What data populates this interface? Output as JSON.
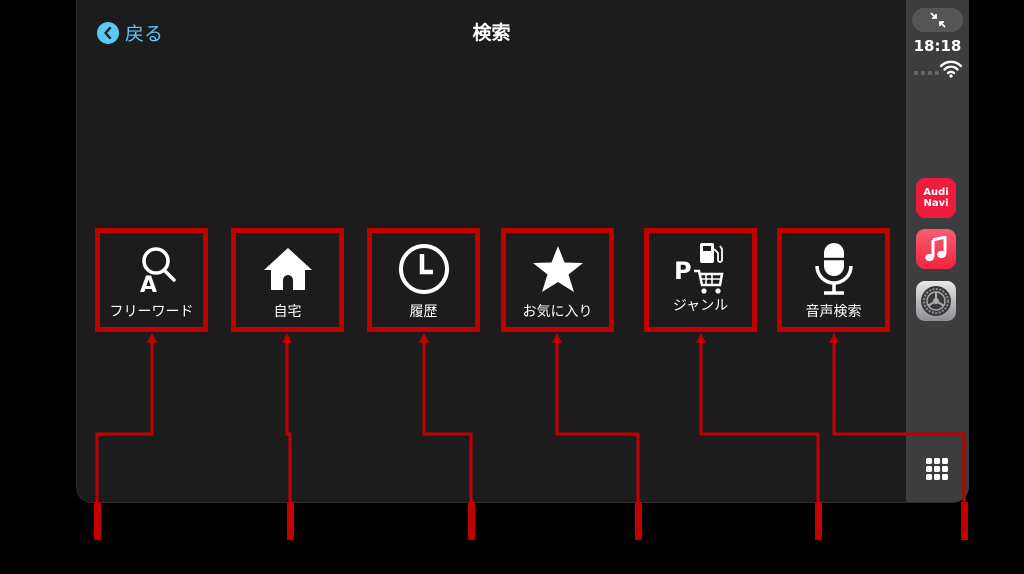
{
  "header": {
    "back_label": "戻る",
    "title": "検索"
  },
  "status": {
    "time": "18:18",
    "wifi_icon": "wifi-icon",
    "collapse_icon": "collapse-arrows-icon"
  },
  "dock": {
    "apps": [
      {
        "name": "Audi Navi",
        "line1": "Audi",
        "line2": "Navi",
        "color": "#ee1b3c"
      },
      {
        "name": "Music",
        "icon": "music-note-icon",
        "color": "#f3243f"
      },
      {
        "name": "Settings",
        "icon": "gear-icon",
        "color": "#8e8e93"
      }
    ],
    "app_library_icon": "grid-icon"
  },
  "search_options": [
    {
      "label": "フリーワード",
      "icon": "free-word-search-icon"
    },
    {
      "label": "自宅",
      "icon": "home-icon"
    },
    {
      "label": "履歴",
      "icon": "clock-icon"
    },
    {
      "label": "お気に入り",
      "icon": "star-icon"
    },
    {
      "label": "ジャンル",
      "icon": "genre-icon"
    },
    {
      "label": "音声検索",
      "icon": "microphone-icon"
    }
  ],
  "colors": {
    "accent": "#5ac8fa",
    "annotation": "#c00000",
    "background": "#1c1c1c",
    "sidebar": "#3d3d3d"
  }
}
